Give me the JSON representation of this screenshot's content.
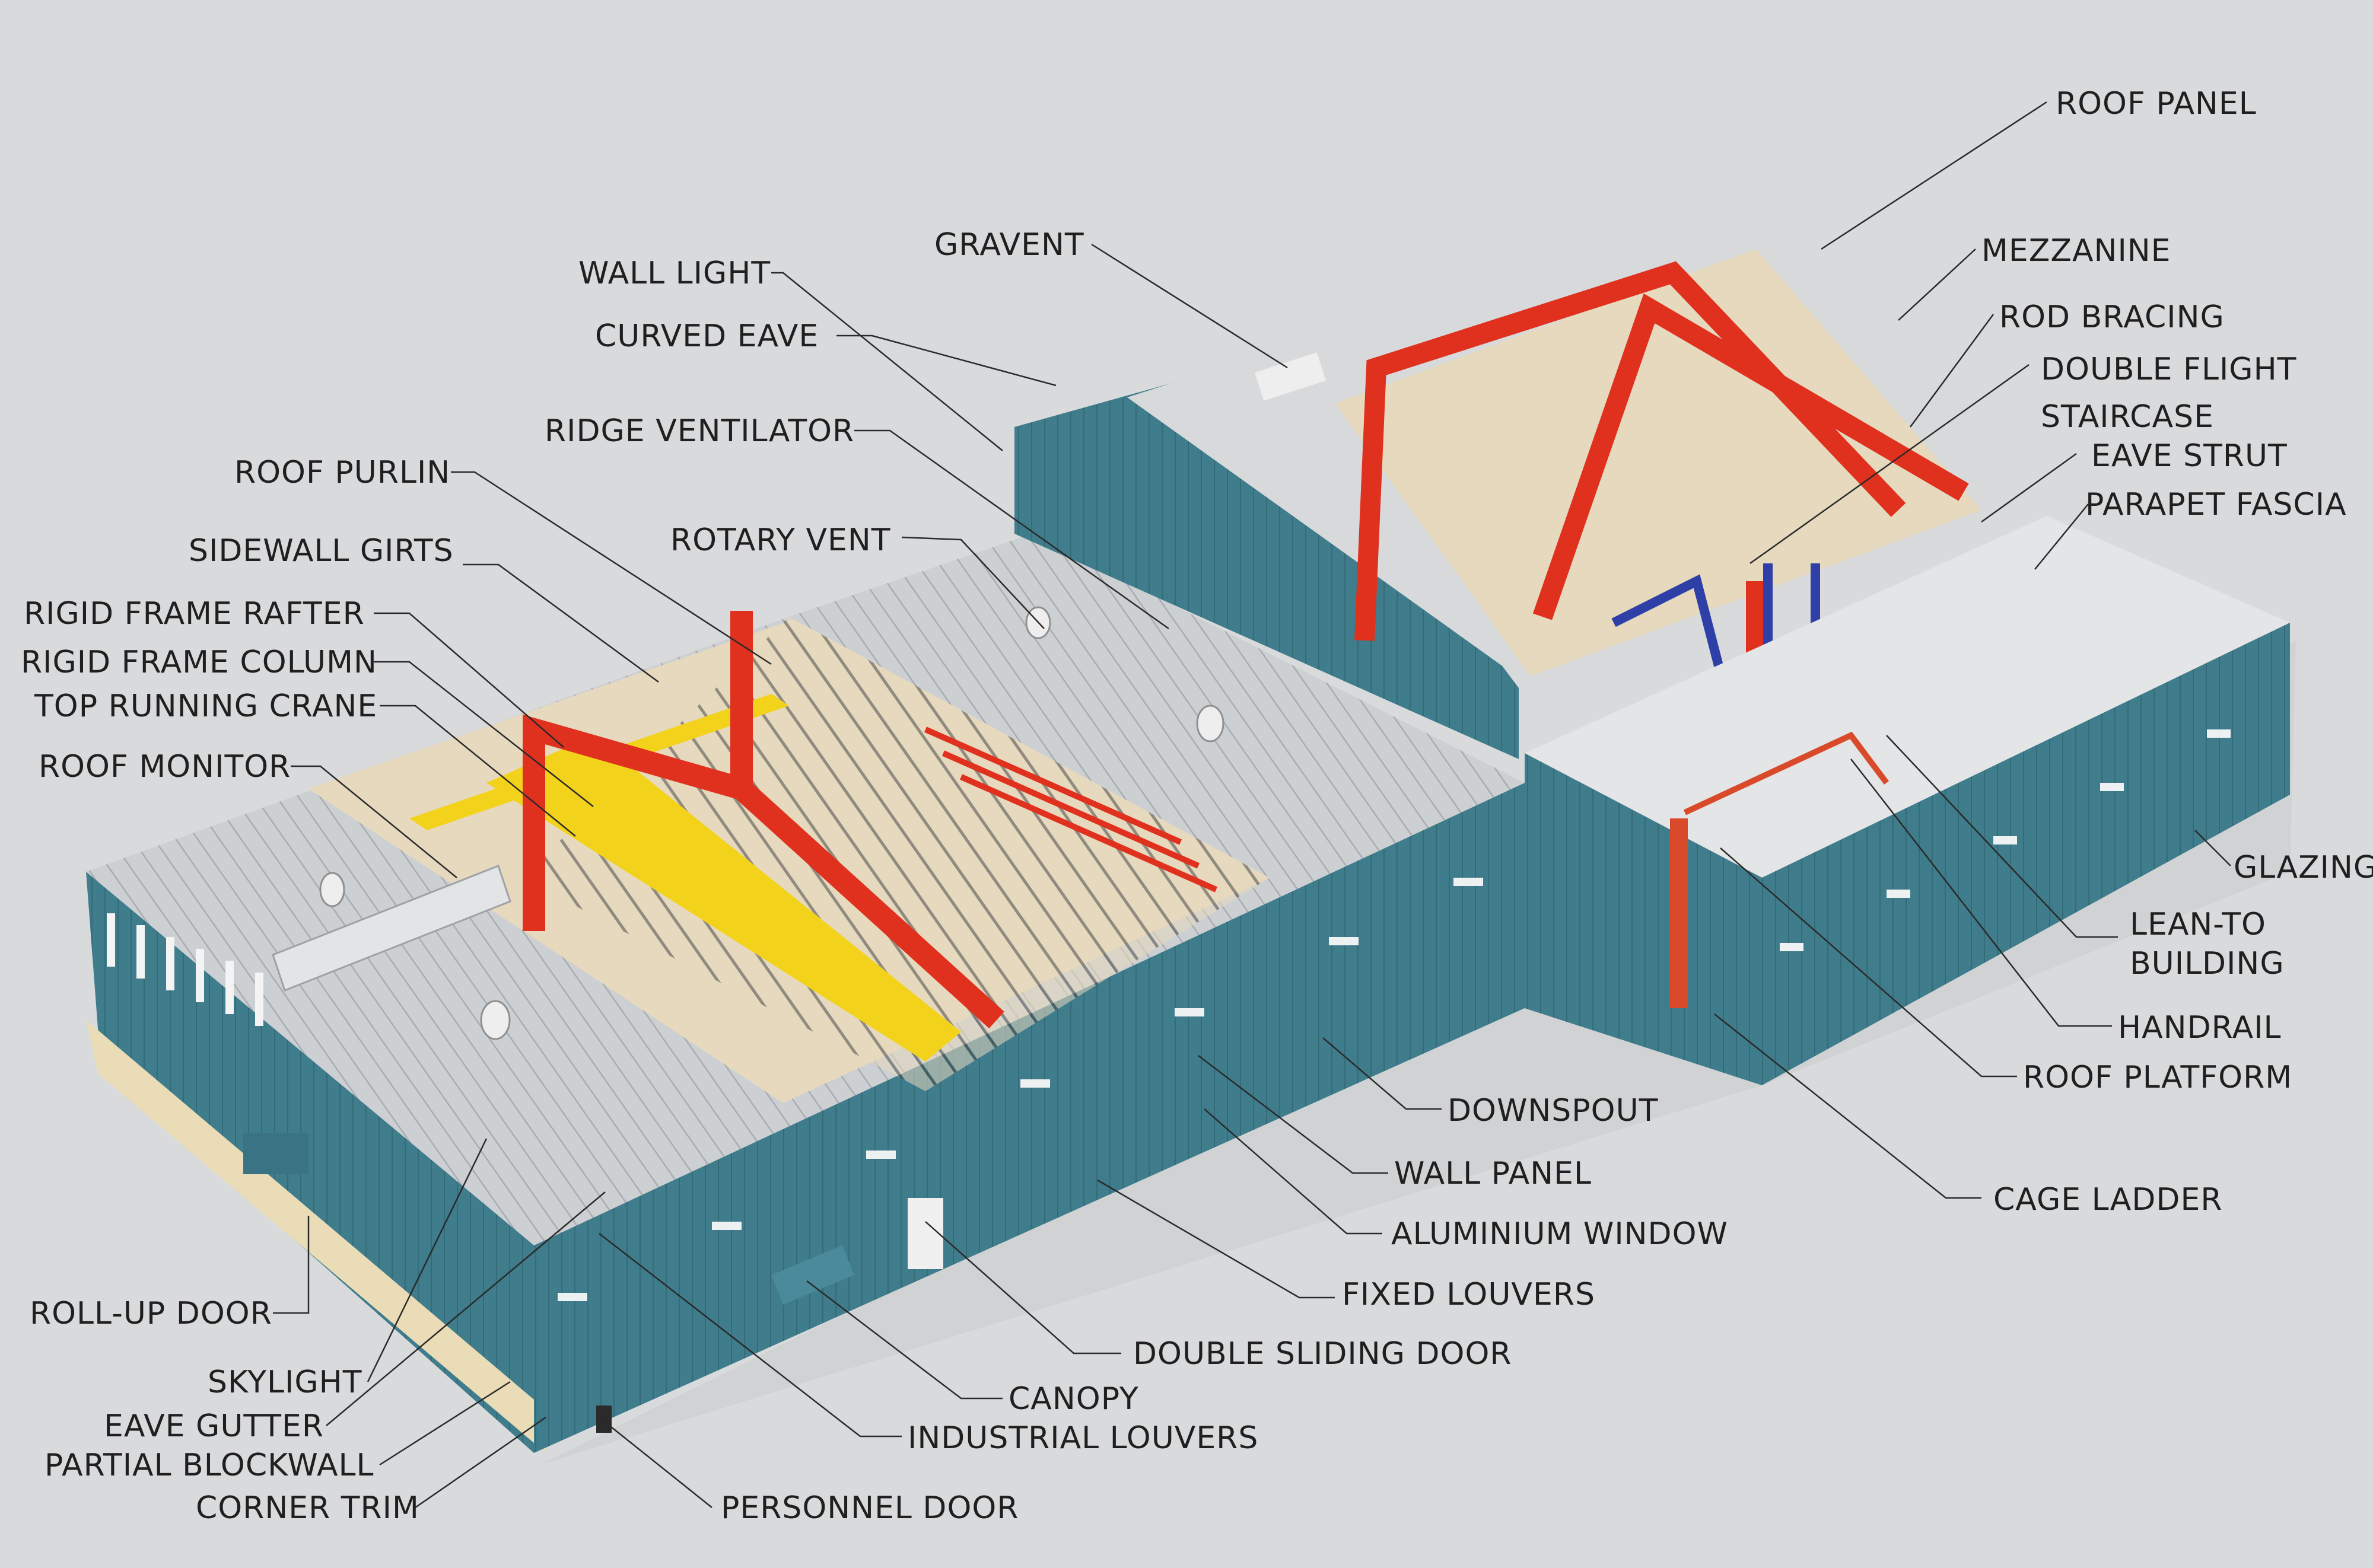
{
  "diagram": {
    "labels": {
      "roof_panel": "ROOF PANEL",
      "mezzanine": "MEZZANINE",
      "rod_bracing": "ROD BRACING",
      "double_flight_1": "DOUBLE FLIGHT",
      "double_flight_2": "STAIRCASE",
      "eave_strut": "EAVE STRUT",
      "parapet_fascia": "PARAPET FASCIA",
      "glazing": "GLAZING",
      "lean_to_1": "LEAN-TO",
      "lean_to_2": "BUILDING",
      "handrail": "HANDRAIL",
      "roof_platform": "ROOF PLATFORM",
      "cage_ladder": "CAGE LADDER",
      "gravent": "GRAVENT",
      "wall_light": "WALL LIGHT",
      "curved_eave": "CURVED EAVE",
      "ridge_ventilator": "RIDGE VENTILATOR",
      "roof_purlin": "ROOF PURLIN",
      "sidewall_girts": "SIDEWALL GIRTS",
      "rotary_vent": "ROTARY VENT",
      "rigid_frame_rafter": "RIGID FRAME RAFTER",
      "rigid_frame_column": "RIGID FRAME COLUMN",
      "top_running_crane": "TOP RUNNING CRANE",
      "roof_monitor": "ROOF MONITOR",
      "roll_up_door": "ROLL-UP DOOR",
      "skylight": "SKYLIGHT",
      "eave_gutter": "EAVE GUTTER",
      "partial_blockwall": "PARTIAL BLOCKWALL",
      "corner_trim": "CORNER TRIM",
      "personnel_door": "PERSONNEL DOOR",
      "industrial_louvers": "INDUSTRIAL LOUVERS",
      "canopy": "CANOPY",
      "double_sliding_door": "DOUBLE SLIDING DOOR",
      "fixed_louvers": "FIXED LOUVERS",
      "aluminium_window": "ALUMINIUM WINDOW",
      "wall_panel": "WALL PANEL",
      "downspout": "DOWNSPOUT"
    },
    "colors": {
      "background": "#d9dadc",
      "wall": "#3f7c8c",
      "roof": "#c9ccce",
      "frame": "#e0301e",
      "crane": "#f3d21c",
      "stair": "#2f3fa8",
      "floor": "#e6d9be",
      "text": "#1f1f1f"
    }
  }
}
